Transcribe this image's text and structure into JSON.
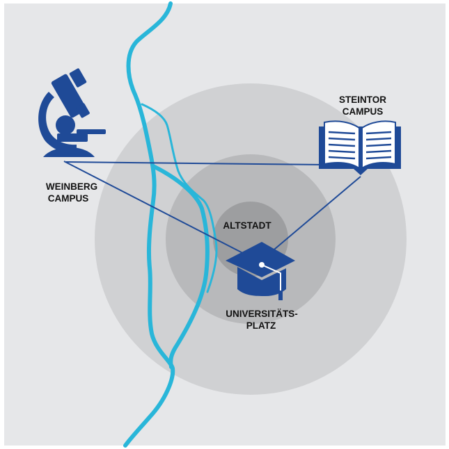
{
  "labels": {
    "steintor_line1": "STEINTOR",
    "steintor_line2": "CAMPUS",
    "weinberg_line1": "WEINBERG",
    "weinberg_line2": "CAMPUS",
    "altstadt": "ALTSTADT",
    "universitaet_line1": "UNIVERSITÄTS-",
    "universitaet_line2": "PLATZ"
  },
  "icons": {
    "weinberg": "microscope-icon",
    "steintor": "open-book-icon",
    "universitaetsplatz": "graduation-cap-icon"
  },
  "colors": {
    "background": "#e6e7e9",
    "ring_outer": "#d0d1d3",
    "ring_middle": "#b8b9bb",
    "ring_inner": "#9d9ea0",
    "river": "#29b6d9",
    "connector": "#1f4a97",
    "icon_blue": "#1f4a97"
  }
}
